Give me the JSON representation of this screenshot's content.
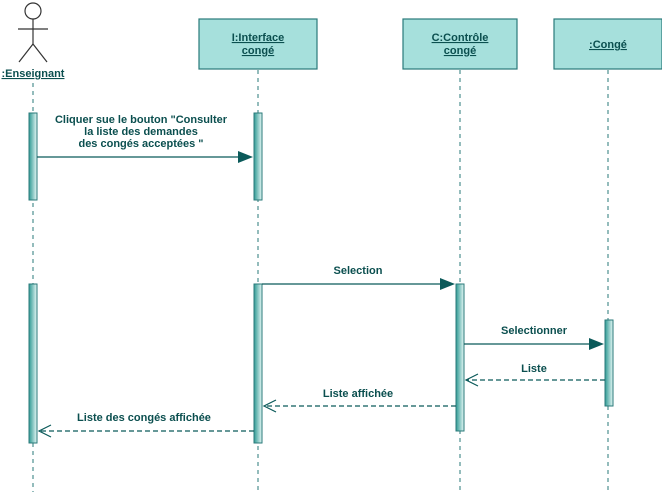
{
  "actor": {
    "label": ":Enseignant"
  },
  "objects": [
    {
      "line1": "I:Interface",
      "line2": "congé"
    },
    {
      "line1": "C:Contrôle",
      "line2": "congé"
    },
    {
      "line1": ":Congé",
      "line2": ""
    }
  ],
  "messages": [
    {
      "line1": "Cliquer sue le bouton \"Consulter",
      "line2": "la liste des demandes",
      "line3": "des congés acceptées \""
    },
    {
      "text": "Selection"
    },
    {
      "text": "Selectionner"
    },
    {
      "text": "Liste"
    },
    {
      "text": "Liste affichée"
    },
    {
      "text": "Liste des congés affichée"
    }
  ],
  "colors": {
    "object_fill": "#a6e0dc",
    "activation_gradient_dark": "#2f9a94",
    "activation_gradient_light": "#e6f7f5",
    "text": "#0b4f4f",
    "line": "#2a7a7a"
  }
}
